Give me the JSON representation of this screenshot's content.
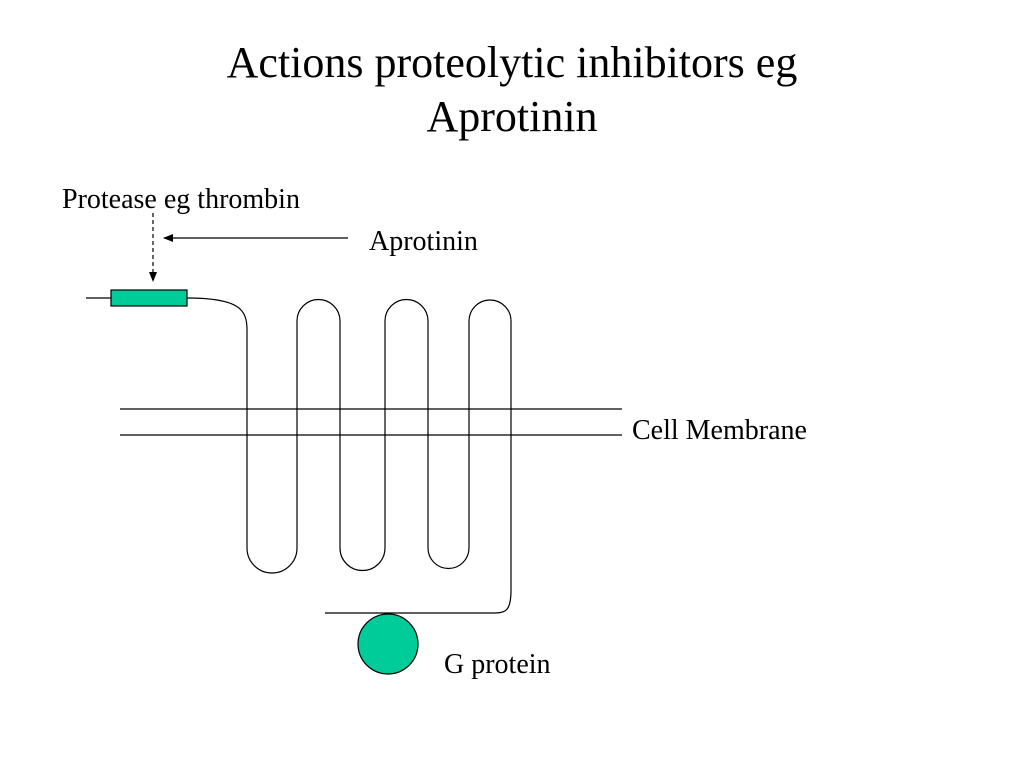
{
  "slide": {
    "title_line_1": "Actions proteolytic inhibitors eg",
    "title_line_2": "Aprotinin"
  },
  "diagram": {
    "labels": {
      "protease": "Protease eg thrombin",
      "aprotinin": "Aprotinin",
      "membrane": "Cell Membrane",
      "g_protein": "G protein"
    },
    "colors": {
      "cleavage_site": "#00CC99",
      "g_protein": "#00CC99",
      "stroke": "#000000"
    }
  }
}
